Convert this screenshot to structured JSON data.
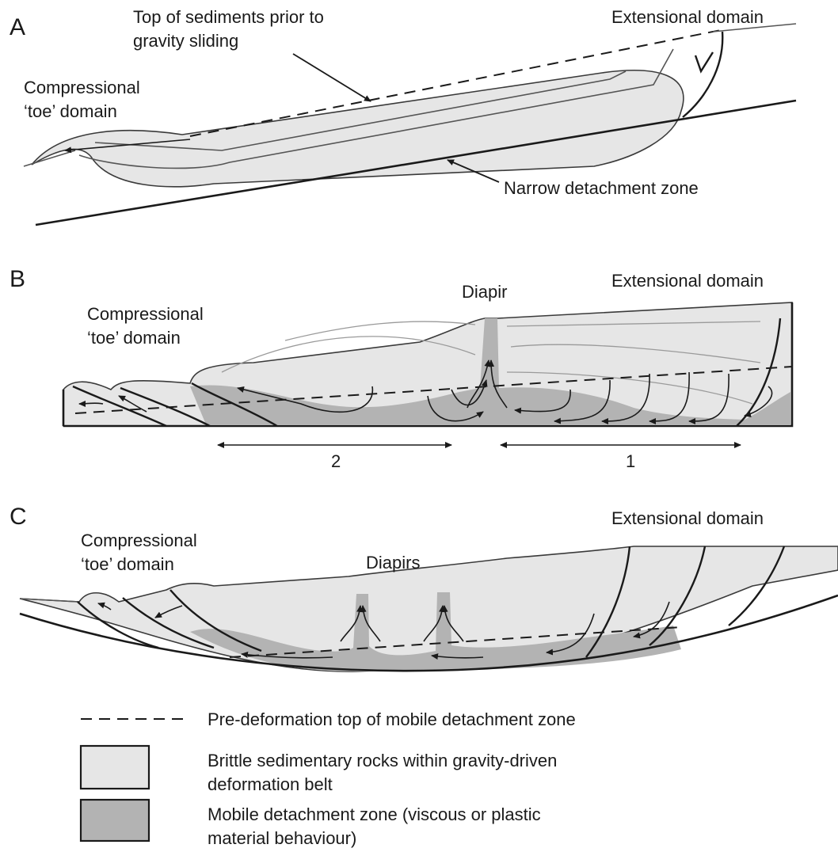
{
  "panels": {
    "a": {
      "letter": "A",
      "top_label_line1": "Top of sediments prior to",
      "top_label_line2": "gravity sliding",
      "extensional": "Extensional domain",
      "comp_line1": "Compressional",
      "comp_line2": "‘toe’ domain",
      "detachment": "Narrow detachment zone"
    },
    "b": {
      "letter": "B",
      "diapir": "Diapir",
      "extensional": "Extensional domain",
      "comp_line1": "Compressional",
      "comp_line2": "‘toe’ domain",
      "zone_2": "2",
      "zone_1": "1"
    },
    "c": {
      "letter": "C",
      "diapirs": "Diapirs",
      "extensional": "Extensional domain",
      "comp_line1": "Compressional",
      "comp_line2": "‘toe’ domain"
    }
  },
  "legend": {
    "dashed": "Pre-deformation top of mobile detachment zone",
    "brittle_line1": "Brittle sedimentary rocks within gravity-driven",
    "brittle_line2": "deformation belt",
    "mobile_line1": "Mobile detachment zone (viscous or plastic",
    "mobile_line2": "material behaviour)"
  },
  "colors": {
    "brittle_fill": "#e6e6e6",
    "mobile_fill": "#b3b3b3",
    "line": "#1a1a1a"
  }
}
